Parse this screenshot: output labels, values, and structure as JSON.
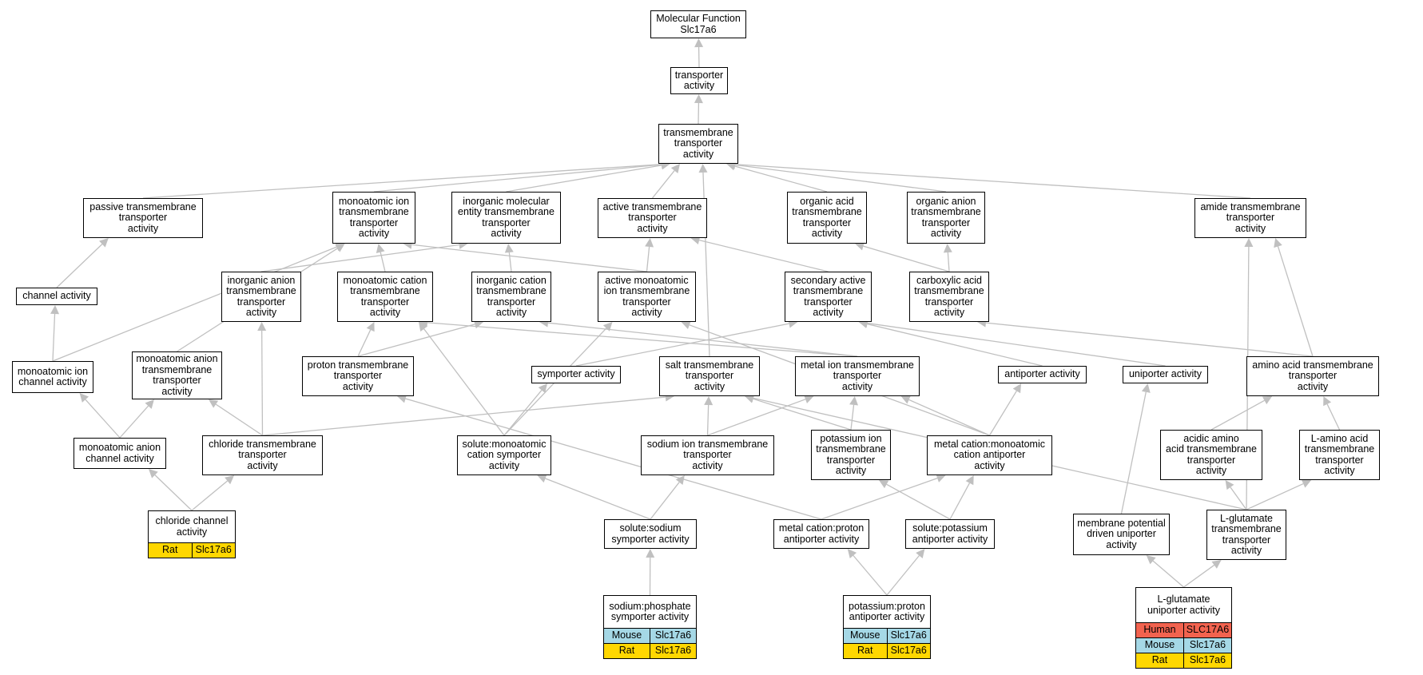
{
  "colors": {
    "edge": "#c0c0c0",
    "human": "#f2634f",
    "mouse": "#a5d8e6",
    "rat": "#ffd700"
  },
  "nodes": {
    "root": "Molecular Function\nSlc17a6",
    "transporter": "transporter\nactivity",
    "tmt": "transmembrane\ntransporter\nactivity",
    "passive": "passive transmembrane\ntransporter\nactivity",
    "monoion": "monoatomic ion\ntransmembrane\ntransporter\nactivity",
    "inorgmol": "inorganic molecular\nentity transmembrane\ntransporter\nactivity",
    "active": "active transmembrane\ntransporter\nactivity",
    "orgacid": "organic acid\ntransmembrane\ntransporter\nactivity",
    "organion": "organic anion\ntransmembrane\ntransporter\nactivity",
    "amide": "amide transmembrane\ntransporter\nactivity",
    "channel": "channel activity",
    "inorganion": "inorganic anion\ntransmembrane\ntransporter\nactivity",
    "monocation": "monoatomic cation\ntransmembrane\ntransporter\nactivity",
    "inorgcation": "inorganic cation\ntransmembrane\ntransporter\nactivity",
    "activemono": "active monoatomic\nion transmembrane\ntransporter\nactivity",
    "secactive": "secondary active\ntransmembrane\ntransporter\nactivity",
    "carboxylic": "carboxylic acid\ntransmembrane\ntransporter\nactivity",
    "monoionchan": "monoatomic ion\nchannel activity",
    "monoanion": "monoatomic anion\ntransmembrane\ntransporter\nactivity",
    "proton": "proton transmembrane\ntransporter\nactivity",
    "symporter": "symporter activity",
    "salt": "salt transmembrane\ntransporter\nactivity",
    "metalion": "metal ion transmembrane\ntransporter\nactivity",
    "antiporter": "antiporter activity",
    "uniporter": "uniporter activity",
    "aminoacid": "amino acid transmembrane\ntransporter\nactivity",
    "monoanionchan": "monoatomic anion\nchannel activity",
    "chloride": "chloride transmembrane\ntransporter\nactivity",
    "solmonocat": "solute:monoatomic\ncation symporter\nactivity",
    "sodiumion": "sodium ion transmembrane\ntransporter\nactivity",
    "potassiumion": "potassium ion\ntransmembrane\ntransporter\nactivity",
    "metalmonocat": "metal cation:monoatomic\ncation antiporter\nactivity",
    "acidicamino": "acidic amino\nacid transmembrane\ntransporter\nactivity",
    "lamino": "L-amino acid\ntransmembrane\ntransporter\nactivity",
    "solsodium": "solute:sodium\nsymporter activity",
    "metalproton": "metal cation:proton\nantiporter activity",
    "solpotassium": "solute:potassium\nantiporter activity",
    "membpot": "membrane potential\ndriven uniporter\nactivity",
    "lglutamate": "L-glutamate\ntransmembrane\ntransporter\nactivity"
  },
  "leaves": {
    "chloridechan": {
      "title": "chloride channel\nactivity",
      "rows": [
        {
          "species": "Rat",
          "gene": "Slc17a6",
          "color": "rat"
        }
      ]
    },
    "sodphos": {
      "title": "sodium:phosphate\nsymporter activity",
      "rows": [
        {
          "species": "Mouse",
          "gene": "Slc17a6",
          "color": "mouse"
        },
        {
          "species": "Rat",
          "gene": "Slc17a6",
          "color": "rat"
        }
      ]
    },
    "potproton": {
      "title": "potassium:proton\nantiporter activity",
      "rows": [
        {
          "species": "Mouse",
          "gene": "Slc17a6",
          "color": "mouse"
        },
        {
          "species": "Rat",
          "gene": "Slc17a6",
          "color": "rat"
        }
      ]
    },
    "lgluuni": {
      "title": "L-glutamate\nuniporter activity",
      "rows": [
        {
          "species": "Human",
          "gene": "SLC17A6",
          "color": "human"
        },
        {
          "species": "Mouse",
          "gene": "Slc17a6",
          "color": "mouse"
        },
        {
          "species": "Rat",
          "gene": "Slc17a6",
          "color": "rat"
        }
      ]
    }
  }
}
